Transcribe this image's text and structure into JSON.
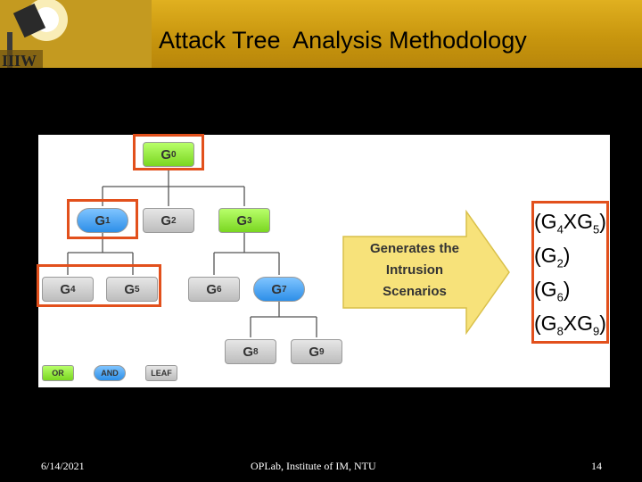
{
  "slide": {
    "title": "Attack Tree  Analysis Methodology",
    "footer_date": "6/14/2021",
    "footer_center": "OPLab, Institute of IM, NTU",
    "page_number": "14"
  },
  "diagram": {
    "nodes": {
      "g0": "G0",
      "g1": "G1",
      "g2": "G2",
      "g3": "G3",
      "g4": "G4",
      "g5": "G5",
      "g6": "G6",
      "g7": "G7",
      "g8": "G8",
      "g9": "G9"
    },
    "arrow_text": [
      "Generates the",
      "Intrusion",
      "Scenarios"
    ],
    "scenarios": [
      "(G4XG5)",
      "(G2)",
      "(G6)",
      "(G8XG9)"
    ],
    "legend": {
      "or": "OR",
      "and": "AND",
      "leaf": "LEAF"
    },
    "colors": {
      "or": "#8be02f",
      "and": "#2d8fe8",
      "leaf": "#d0d0d0",
      "highlight": "#e2501c",
      "arrow": "#f7e27a",
      "header": "#c8960e"
    }
  }
}
